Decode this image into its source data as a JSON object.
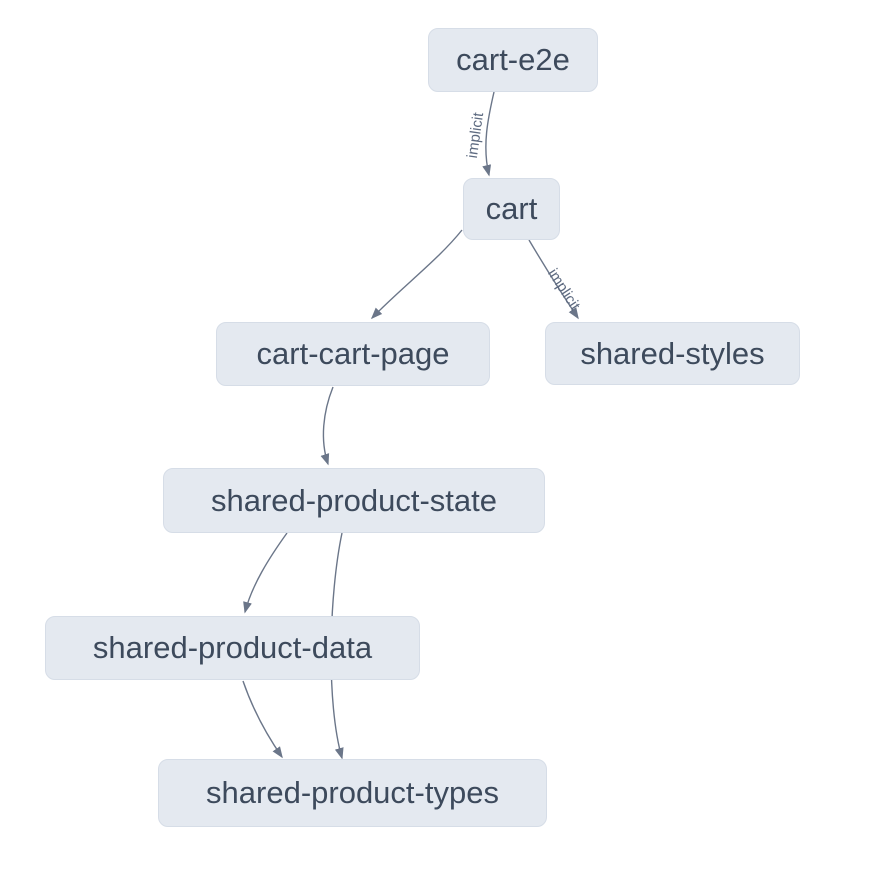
{
  "diagram": {
    "kind": "project-dependency-graph",
    "nodes": [
      {
        "id": "cart-e2e",
        "label": "cart-e2e"
      },
      {
        "id": "cart",
        "label": "cart"
      },
      {
        "id": "cart-cart-page",
        "label": "cart-cart-page"
      },
      {
        "id": "shared-styles",
        "label": "shared-styles"
      },
      {
        "id": "shared-product-state",
        "label": "shared-product-state"
      },
      {
        "id": "shared-product-data",
        "label": "shared-product-data"
      },
      {
        "id": "shared-product-types",
        "label": "shared-product-types"
      }
    ],
    "edges": [
      {
        "from": "cart-e2e",
        "to": "cart",
        "type": "implicit",
        "label": "implicit"
      },
      {
        "from": "cart",
        "to": "cart-cart-page",
        "type": "static",
        "label": ""
      },
      {
        "from": "cart",
        "to": "shared-styles",
        "type": "implicit",
        "label": "implicit"
      },
      {
        "from": "cart-cart-page",
        "to": "shared-product-state",
        "type": "static",
        "label": ""
      },
      {
        "from": "shared-product-state",
        "to": "shared-product-data",
        "type": "static",
        "label": ""
      },
      {
        "from": "shared-product-state",
        "to": "shared-product-types",
        "type": "static",
        "label": ""
      },
      {
        "from": "shared-product-data",
        "to": "shared-product-types",
        "type": "static",
        "label": ""
      }
    ],
    "colors": {
      "background": "#ffffff",
      "node_fill": "#e4e9f0",
      "node_border": "#d6dde7",
      "node_text": "#3d4a5c",
      "edge": "#6b7689",
      "edge_label": "#5d6a80"
    }
  }
}
